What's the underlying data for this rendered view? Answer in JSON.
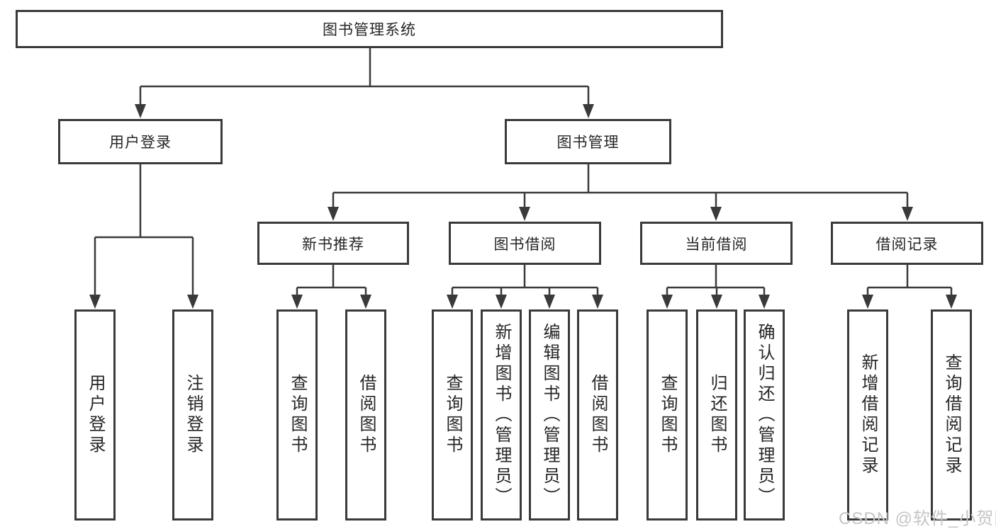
{
  "diagram": {
    "root": {
      "label": "图书管理系统"
    },
    "branches": [
      {
        "label": "用户登录",
        "children": [
          {
            "label": "用户登录"
          },
          {
            "label": "注销登录"
          }
        ]
      },
      {
        "label": "图书管理",
        "sections": [
          {
            "label": "新书推荐",
            "children": [
              {
                "label": "查询图书"
              },
              {
                "label": "借阅图书"
              }
            ]
          },
          {
            "label": "图书借阅",
            "children": [
              {
                "label": "查询图书"
              },
              {
                "label": "新增图书（管理员）"
              },
              {
                "label": "编辑图书（管理员）"
              },
              {
                "label": "借阅图书"
              }
            ]
          },
          {
            "label": "当前借阅",
            "children": [
              {
                "label": "查询图书"
              },
              {
                "label": "归还图书"
              },
              {
                "label": "确认归还（管理员）"
              }
            ]
          },
          {
            "label": "借阅记录",
            "children": [
              {
                "label": "新增借阅记录"
              },
              {
                "label": "查询借阅记录"
              }
            ]
          }
        ]
      }
    ],
    "watermark": "CSDN @软件_小贺同学"
  },
  "colors": {
    "line": "#3a3a3a",
    "text": "#262626",
    "watermark": "#c5c5c5"
  }
}
